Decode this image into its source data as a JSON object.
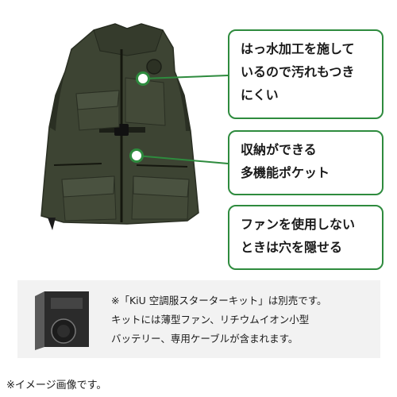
{
  "callouts": [
    {
      "lines": [
        "はっ水加工を施して",
        "いるので汚れもつき",
        "にくい"
      ]
    },
    {
      "lines": [
        "収納ができる",
        "多機能ポケット"
      ]
    },
    {
      "lines": [
        "ファンを使用しない",
        "ときは穴を隠せる"
      ]
    }
  ],
  "note": {
    "lines": [
      "※「KiU 空調服スターターキット」は別売です。",
      "キットには薄型ファン、リチウムイオン小型",
      "バッテリー、専用ケーブルが含まれます。"
    ]
  },
  "footnote": "※イメージ画像です。",
  "colors": {
    "accent": "#2e8b3e",
    "vest": "#3d4433",
    "note_bg": "#f2f2f2"
  }
}
